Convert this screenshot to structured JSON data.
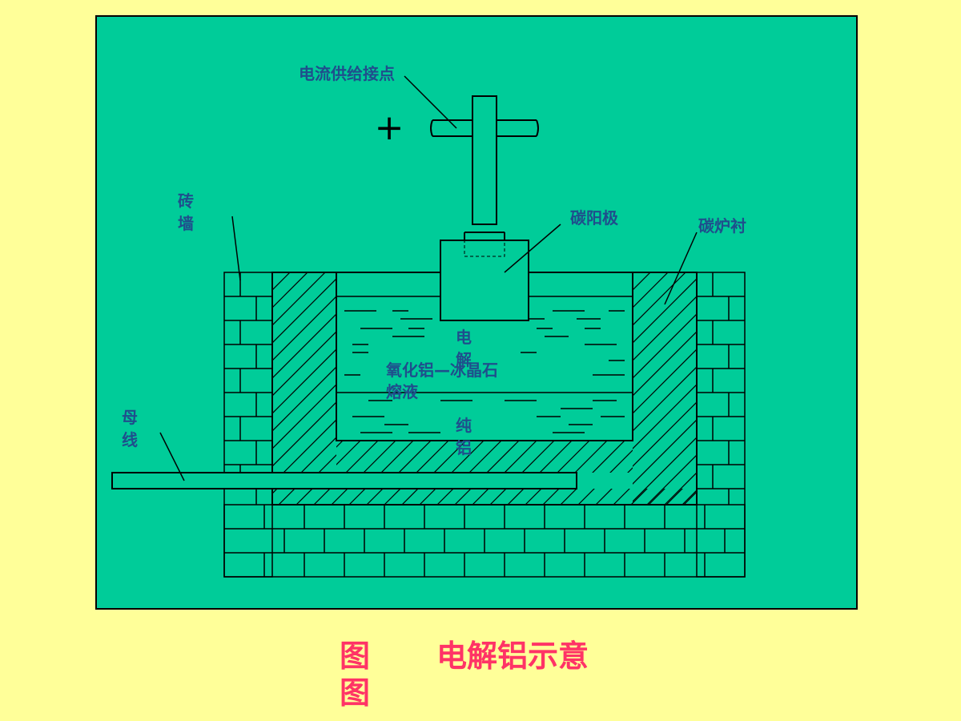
{
  "labels": {
    "current_contact": "电流供给接点",
    "plus_sign": "+",
    "brick_wall_line1": "砖",
    "brick_wall_line2": "墙",
    "carbon_anode": "碳阳极",
    "carbon_lining": "碳炉衬",
    "electrolysis_1": "电",
    "electrolysis_2": "解",
    "alumina_melt_line1": "氧化铝—冰晶石",
    "alumina_melt_line2": "熔液",
    "pure_al_1": "纯",
    "pure_al_2": "铝",
    "busbar_line1": "母",
    "busbar_line2": "线"
  },
  "caption": {
    "figure": "图\n图",
    "title": "电解铝示意"
  },
  "colors": {
    "page_background": "#ffff99",
    "panel_background": "#00cc99",
    "stroke": "#000000",
    "label": "#1f4e8c",
    "caption": "#ff3366"
  }
}
